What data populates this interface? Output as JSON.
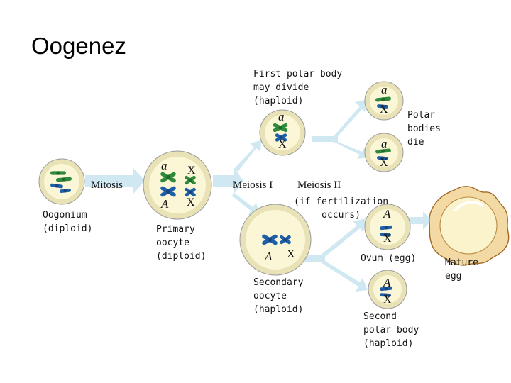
{
  "title": "Oogenez",
  "stages": {
    "oogonium": "Oogonium\n(diploid)",
    "mitosis": "Mitosis",
    "primary_oocyte": "Primary\noocyte\n(diploid)",
    "meiosis_1": "Meiosis I",
    "meiosis_2": "Meiosis II",
    "fertilization_note": "(if fertilization\noccurs)",
    "first_polar_body": "First polar body\nmay divide\n(haploid)",
    "polar_bodies_die": "Polar\nbodies\ndie",
    "secondary_oocyte": "Secondary\noocyte\n(haploid)",
    "ovum": "Ovum (egg)",
    "second_polar_body": "Second\npolar body\n(haploid)",
    "mature_egg": "Mature\negg"
  },
  "alleles": {
    "recessive": "a",
    "dominant": "A",
    "sex": "X"
  },
  "colors": {
    "arrow": "#cfe8f2",
    "cell_fill": "#fbf6d6",
    "cell_ring": "#e9e2b6",
    "cell_outline": "#9a9a9a",
    "green_chromosome": "#2f8a3b",
    "blue_chromosome": "#1f5fa8",
    "mature_egg_outer": "#f3d9a3",
    "mature_egg_outline": "#a06a28",
    "mature_egg_inner": "#fbf3cc"
  }
}
